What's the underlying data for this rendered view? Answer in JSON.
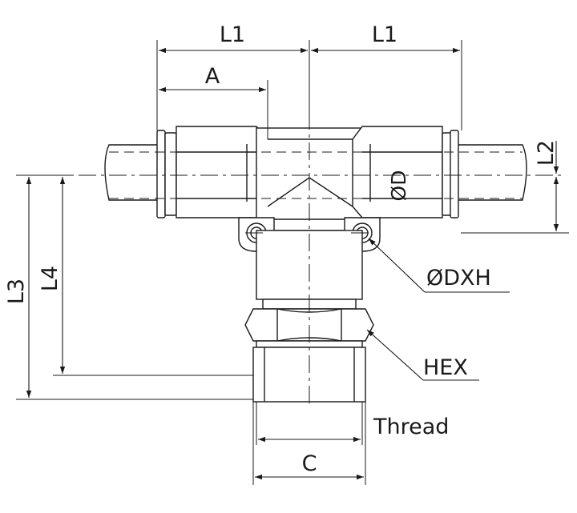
{
  "labels": {
    "l1_left": "L1",
    "l1_right": "L1",
    "a": "A",
    "l2": "L2",
    "od": "ØD",
    "l3": "L3",
    "l4": "L4",
    "odxh": "ØDXH",
    "hex": "HEX",
    "thread": "Thread",
    "c": "C"
  },
  "colors": {
    "line": "#1a1a1a",
    "body_fill": "#ffffff"
  }
}
